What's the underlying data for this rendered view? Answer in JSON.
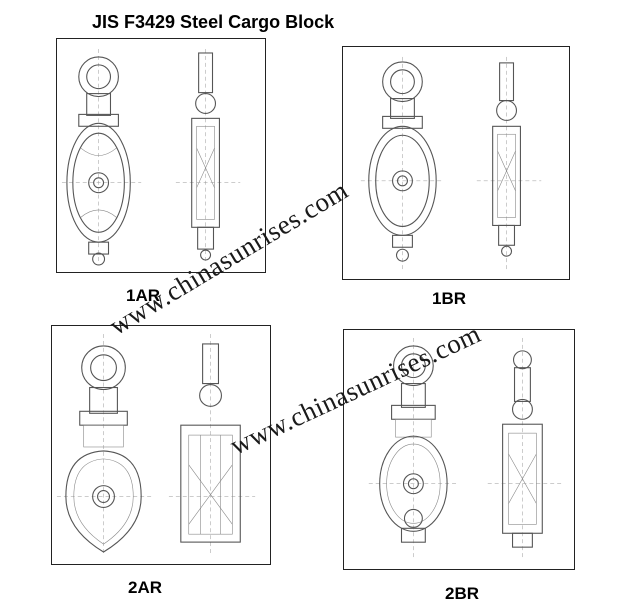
{
  "title": "JIS F3429 Steel Cargo Block",
  "diagrams": [
    {
      "id": "1AR",
      "label": "1AR"
    },
    {
      "id": "1BR",
      "label": "1BR"
    },
    {
      "id": "2AR",
      "label": "2AR"
    },
    {
      "id": "2BR",
      "label": "2BR"
    }
  ],
  "watermark": "www.chinasunrises.com",
  "colors": {
    "line": "#555555",
    "text": "#000000",
    "background": "#ffffff"
  }
}
